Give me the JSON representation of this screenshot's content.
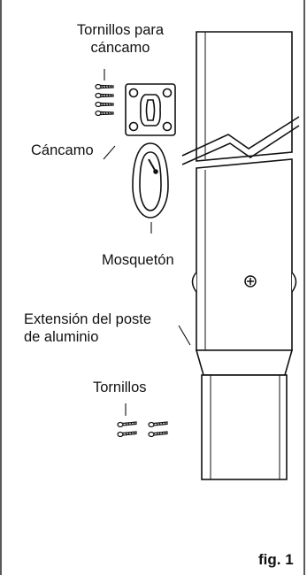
{
  "labels": {
    "eyebolt_screws_line1": "Tornillos para",
    "eyebolt_screws_line2": "cáncamo",
    "eyebolt": "Cáncamo",
    "carabiner": "Mosquetón",
    "pole_extension_line1": "Extensión del poste",
    "pole_extension_line2": "de aluminio",
    "screws": "Tornillos"
  },
  "figure_label": "fig. 1",
  "colors": {
    "ink": "#111111",
    "paper": "#ffffff",
    "frame": "#222222"
  }
}
